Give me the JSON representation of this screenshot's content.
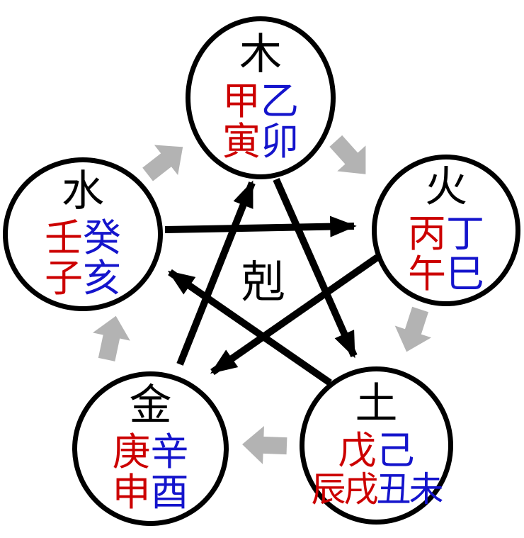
{
  "diagram_title": "five-elements-overcoming-cycle",
  "center": {
    "label": "剋"
  },
  "colors": {
    "yang": "#cc0000",
    "yin": "#1414cc",
    "element_text": "#000000",
    "overcome_arrow": "#000000",
    "generate_arrow": "#b3b3b3",
    "background": "#ffffff"
  },
  "elements": [
    {
      "id": "wood",
      "label": "木",
      "stem_yang": "甲",
      "stem_yin": "乙",
      "branch_yang": "寅",
      "branch_yin": "卯"
    },
    {
      "id": "fire",
      "label": "火",
      "stem_yang": "丙",
      "stem_yin": "丁",
      "branch_yang": "午",
      "branch_yin": "巳"
    },
    {
      "id": "earth",
      "label": "土",
      "stem_yang": "戊",
      "stem_yin": "己",
      "branch_yang": "辰戌",
      "branch_yin": "丑未"
    },
    {
      "id": "metal",
      "label": "金",
      "stem_yang": "庚",
      "stem_yin": "辛",
      "branch_yang": "申",
      "branch_yin": "酉"
    },
    {
      "id": "water",
      "label": "水",
      "stem_yang": "壬",
      "stem_yin": "癸",
      "branch_yang": "子",
      "branch_yin": "亥"
    }
  ],
  "arrows": {
    "overcoming": [
      {
        "from": "water",
        "to": "fire"
      },
      {
        "from": "fire",
        "to": "metal"
      },
      {
        "from": "metal",
        "to": "wood"
      },
      {
        "from": "wood",
        "to": "earth"
      },
      {
        "from": "earth",
        "to": "water"
      }
    ],
    "generating": [
      {
        "from": "water",
        "to": "wood"
      },
      {
        "from": "wood",
        "to": "fire"
      },
      {
        "from": "fire",
        "to": "earth"
      },
      {
        "from": "earth",
        "to": "metal"
      },
      {
        "from": "metal",
        "to": "water"
      }
    ]
  }
}
